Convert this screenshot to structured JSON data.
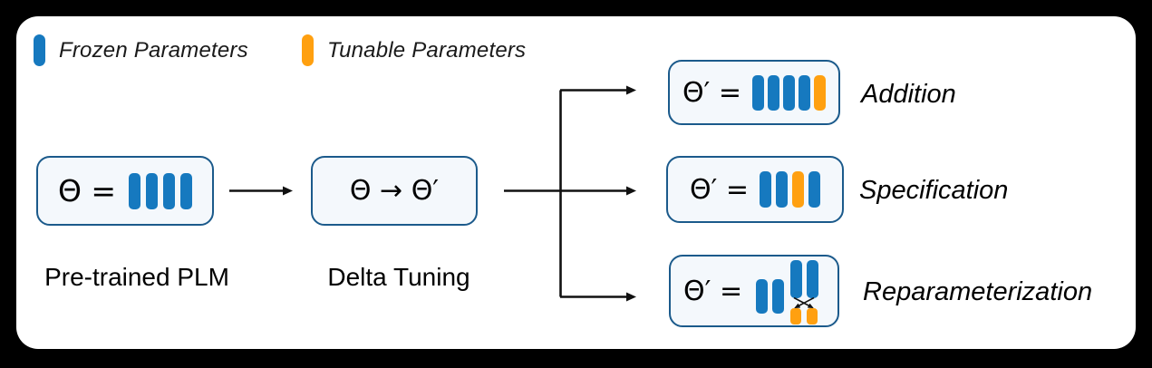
{
  "colors": {
    "frozen": "#1679bf",
    "tunable": "#ffa010",
    "box_border": "#1b5a8b",
    "box_fill": "#f4f8fc",
    "panel_bg": "#ffffff",
    "canvas_bg": "#000000",
    "arrow": "#111111",
    "text": "#111111"
  },
  "legend": {
    "frozen_label": "Frozen Parameters",
    "tunable_label": "Tunable Parameters"
  },
  "flow": {
    "pretrained": {
      "formula": "Θ =",
      "label": "Pre-trained PLM",
      "bars": [
        "frozen",
        "frozen",
        "frozen",
        "frozen"
      ]
    },
    "delta": {
      "formula": "Θ → Θ′",
      "label": "Delta Tuning"
    },
    "branches": [
      {
        "id": "addition",
        "formula": "Θ′ =",
        "label": "Addition",
        "bars": [
          "frozen",
          "frozen",
          "frozen",
          "frozen",
          "tunable"
        ]
      },
      {
        "id": "specification",
        "formula": "Θ′ =",
        "label": "Specification",
        "bars": [
          "frozen",
          "frozen",
          "tunable",
          "frozen"
        ]
      },
      {
        "id": "reparameterization",
        "formula": "Θ′ =",
        "label": "Reparameterization",
        "bars_center": [
          "frozen",
          "frozen"
        ],
        "bars_tall": [
          "frozen",
          "frozen"
        ],
        "bars_small": [
          "tunable",
          "tunable"
        ]
      }
    ]
  }
}
